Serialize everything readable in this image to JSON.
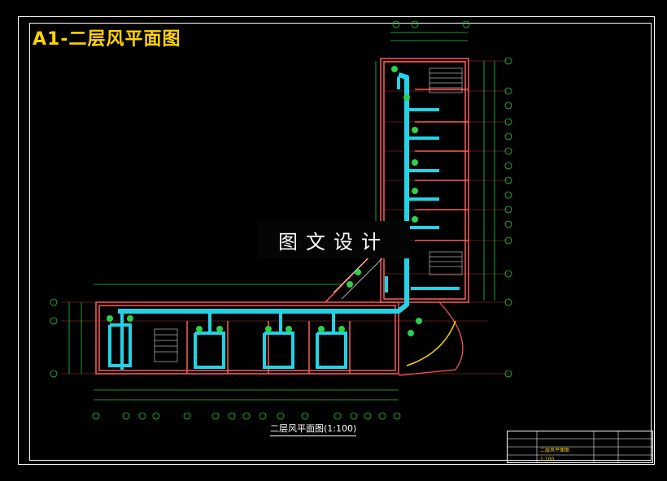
{
  "sheet_title": "A1-二层风平面图",
  "watermark": "图文设计",
  "subtitle": "二层风平面图(1:100)",
  "titleblock": {
    "drawing_name": "二层风平面图",
    "scale": "1:100"
  },
  "colors": {
    "background": "#000000",
    "duct": "#22d3e6",
    "wall": "#ff5a5a",
    "dimension": "#22cc44",
    "title": "#ffd400",
    "frame": "#ffffff"
  }
}
